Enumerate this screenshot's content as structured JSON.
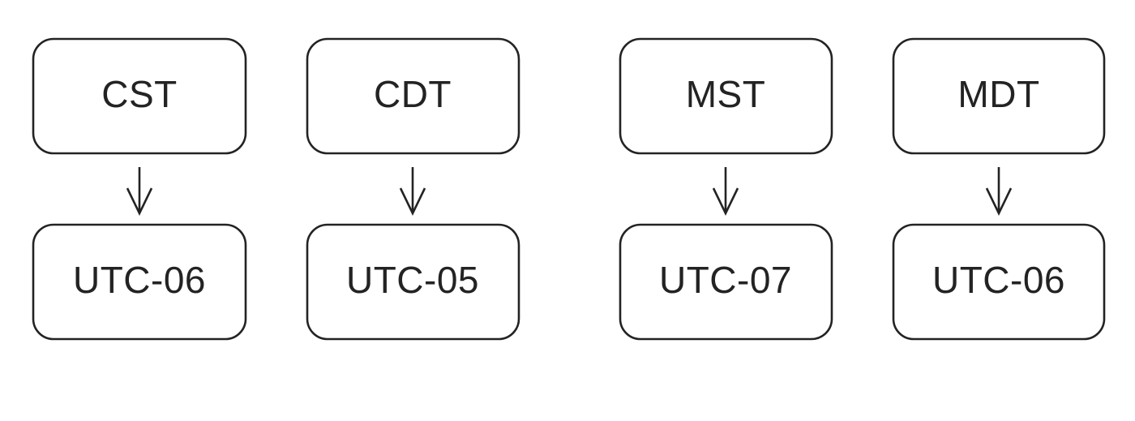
{
  "diagram": {
    "type": "flowchart",
    "orientation": "top-to-bottom",
    "background_color": "#ffffff",
    "stroke_color": "#232323",
    "text_color": "#232323",
    "node_fill": "#ffffff",
    "columns": [
      {
        "id": "col-1",
        "source": {
          "label": "CST",
          "name": "node-cst"
        },
        "target": {
          "label": "UTC-06",
          "name": "node-utc-06-cst"
        },
        "edge": {
          "name": "edge-cst-to-utc-06",
          "arrowhead": "open-v",
          "direction": "down"
        }
      },
      {
        "id": "col-2",
        "source": {
          "label": "CDT",
          "name": "node-cdt"
        },
        "target": {
          "label": "UTC-05",
          "name": "node-utc-05-cdt"
        },
        "edge": {
          "name": "edge-cdt-to-utc-05",
          "arrowhead": "open-v",
          "direction": "down"
        }
      },
      {
        "id": "col-3",
        "source": {
          "label": "MST",
          "name": "node-mst"
        },
        "target": {
          "label": "UTC-07",
          "name": "node-utc-07-mst"
        },
        "edge": {
          "name": "edge-mst-to-utc-07",
          "arrowhead": "open-v",
          "direction": "down"
        }
      },
      {
        "id": "col-4",
        "source": {
          "label": "MDT",
          "name": "node-mdt"
        },
        "target": {
          "label": "UTC-06",
          "name": "node-utc-06-mdt"
        },
        "edge": {
          "name": "edge-mdt-to-utc-06",
          "arrowhead": "open-v",
          "direction": "down"
        }
      }
    ]
  }
}
